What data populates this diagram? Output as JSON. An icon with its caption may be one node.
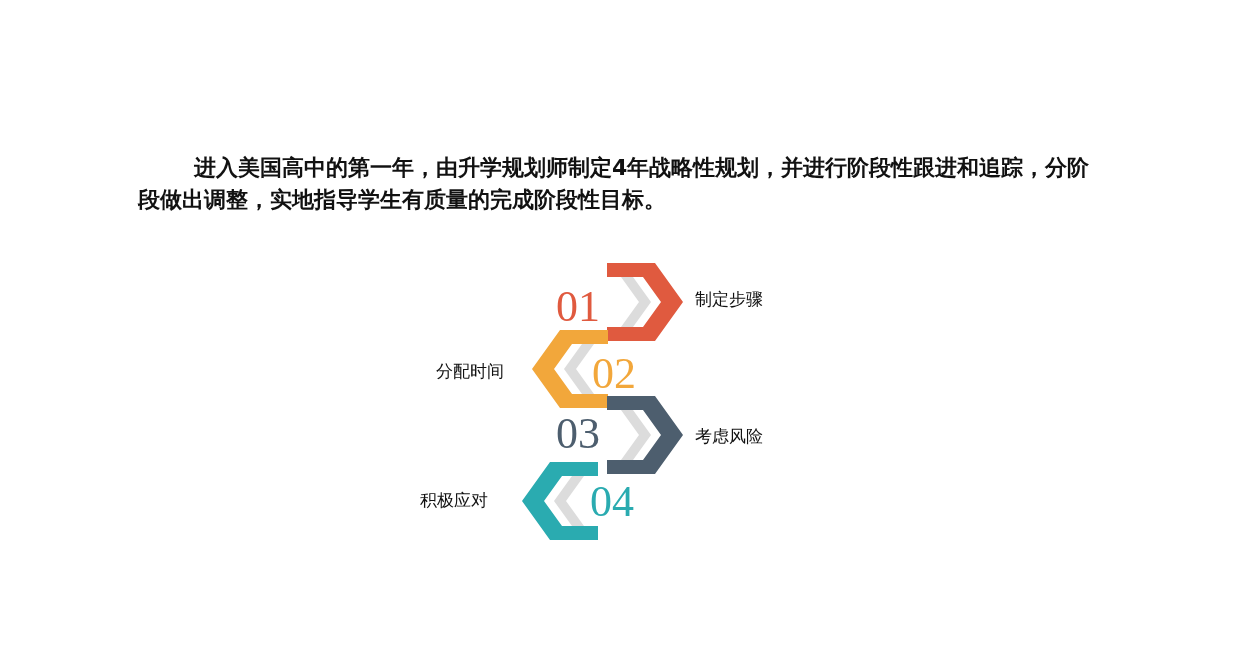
{
  "diagram": {
    "title": "进入美国高中的第一年，由升学规划师制定4年战略性规划，并进行阶段性跟进和追踪，分阶段做出调整，实地指导学生有质量的完成阶段性目标。",
    "nodes": [
      {
        "text": [
          "01"
        ],
        "beside": [
          "制定步骤"
        ]
      },
      {
        "text": [
          "02"
        ],
        "beside": [
          "分配时间"
        ]
      },
      {
        "text": [
          "03"
        ],
        "beside": [
          "考虑风险"
        ]
      },
      {
        "text": [
          "04"
        ],
        "beside": [
          "积极应对"
        ]
      }
    ]
  }
}
